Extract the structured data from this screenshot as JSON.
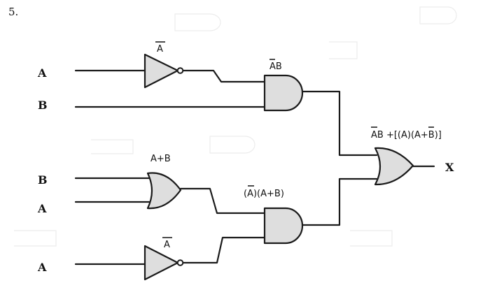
{
  "problem": {
    "number": "5."
  },
  "inputs": {
    "a_top": "A",
    "b_top": "B",
    "b_mid": "B",
    "a_mid": "A",
    "a_bot": "A"
  },
  "output": {
    "label": "X"
  },
  "gate_labels": {
    "not_top": "A",
    "and_top": "AB",
    "or_mid": "A+B",
    "not_bot": "A",
    "and_bot": "(A)(A+B)",
    "or_final": "AB +[(A)(A+B)]"
  },
  "gates": [
    {
      "id": "not_top",
      "type": "NOT"
    },
    {
      "id": "and_top",
      "type": "AND"
    },
    {
      "id": "or_mid",
      "type": "OR"
    },
    {
      "id": "and_bot",
      "type": "AND"
    },
    {
      "id": "not_bot",
      "type": "NOT"
    },
    {
      "id": "or_final",
      "type": "OR"
    }
  ]
}
